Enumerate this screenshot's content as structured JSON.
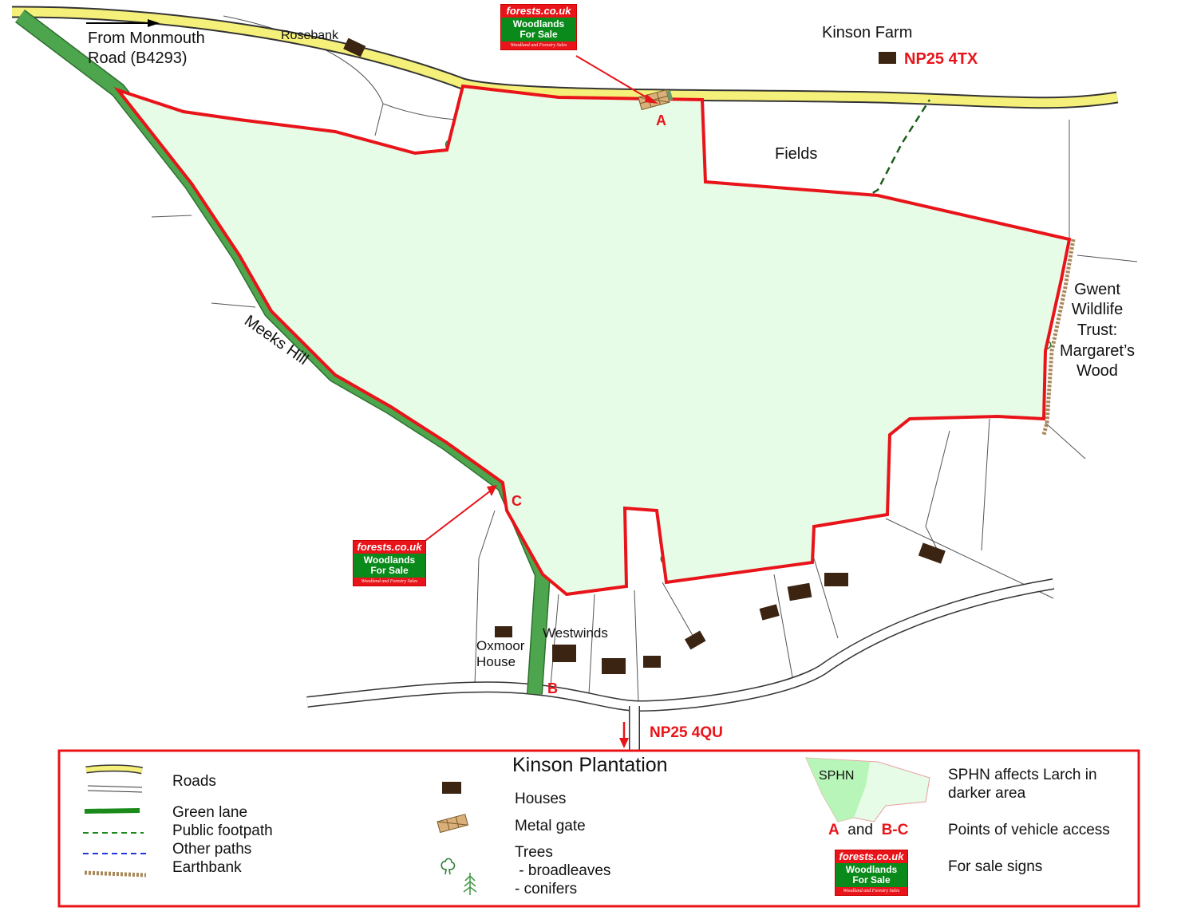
{
  "labels": {
    "from_road": "From Monmouth",
    "from_road2": "Road (B4293)",
    "rosebank": "Rosebank",
    "kinson_farm": "Kinson Farm",
    "postcode_top": "NP25 4TX",
    "fields": "Fields",
    "gwent": [
      "Gwent",
      "Wildlife",
      "Trust:",
      "Margaret’s",
      "Wood"
    ],
    "meeks_hill": "Meeks Hill",
    "oxmoor": [
      "Oxmoor",
      "House"
    ],
    "westwinds": "Westwinds",
    "postcode_bottom": "NP25 4QU",
    "point_a": "A",
    "point_b": "B",
    "point_c": "C"
  },
  "sign": {
    "brand": "forests.co.uk",
    "line1": "Woodlands",
    "line2": "For Sale",
    "tagline": "Woodland and Forestry Sales"
  },
  "legend": {
    "title": "Kinson Plantation",
    "roads": "Roads",
    "green_lane": "Green lane",
    "public_footpath": "Public footpath",
    "other_paths": "Other paths",
    "earthbank": "Earthbank",
    "houses": "Houses",
    "metal_gate": "Metal gate",
    "trees": "Trees",
    "broadleaves": " - broadleaves",
    "conifers": "- conifers",
    "sphn_label": "SPHN",
    "sphn_desc1": "SPHN affects Larch in",
    "sphn_desc2": "darker area",
    "access_a": "A",
    "access_and": "and",
    "access_bc": "B-C",
    "access_desc": "Points of vehicle access",
    "signs_desc": "For sale signs"
  },
  "colors": {
    "boundary": "#e8141a",
    "road_yellow": "#f5f07a",
    "green_lane": "#4da64d",
    "wood_light": "#e6fce6",
    "wood_dark": "#b8f5b8",
    "tree": "#2e7d32",
    "path_blue": "#2233dd",
    "footpath": "#1a5e1a",
    "house": "#3b2412"
  }
}
